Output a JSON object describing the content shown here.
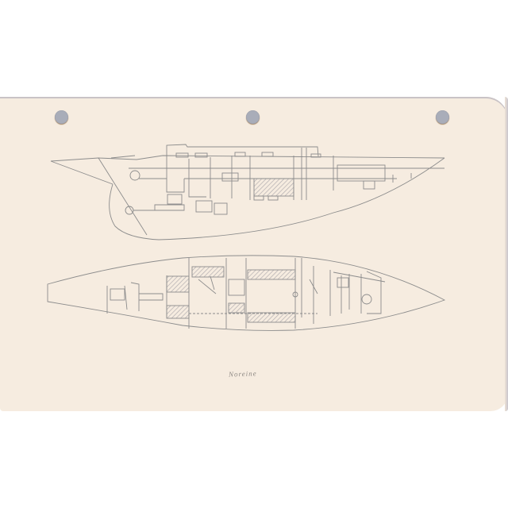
{
  "image": {
    "description": "Pencil sketch of a sailboat plan on hole-punched paper",
    "paper_color": "#f6ece0",
    "pencil_color": "#8c8c8c",
    "hatch_color": "#b3aeb0",
    "background_color": "#ffffff",
    "hole_color": "#a9adb9"
  },
  "drawings": {
    "profile_view": {
      "label": "sailboat profile (side) view"
    },
    "plan_view": {
      "label": "sailboat accommodation plan (top) view"
    }
  },
  "caption": {
    "text": "Noreine"
  }
}
